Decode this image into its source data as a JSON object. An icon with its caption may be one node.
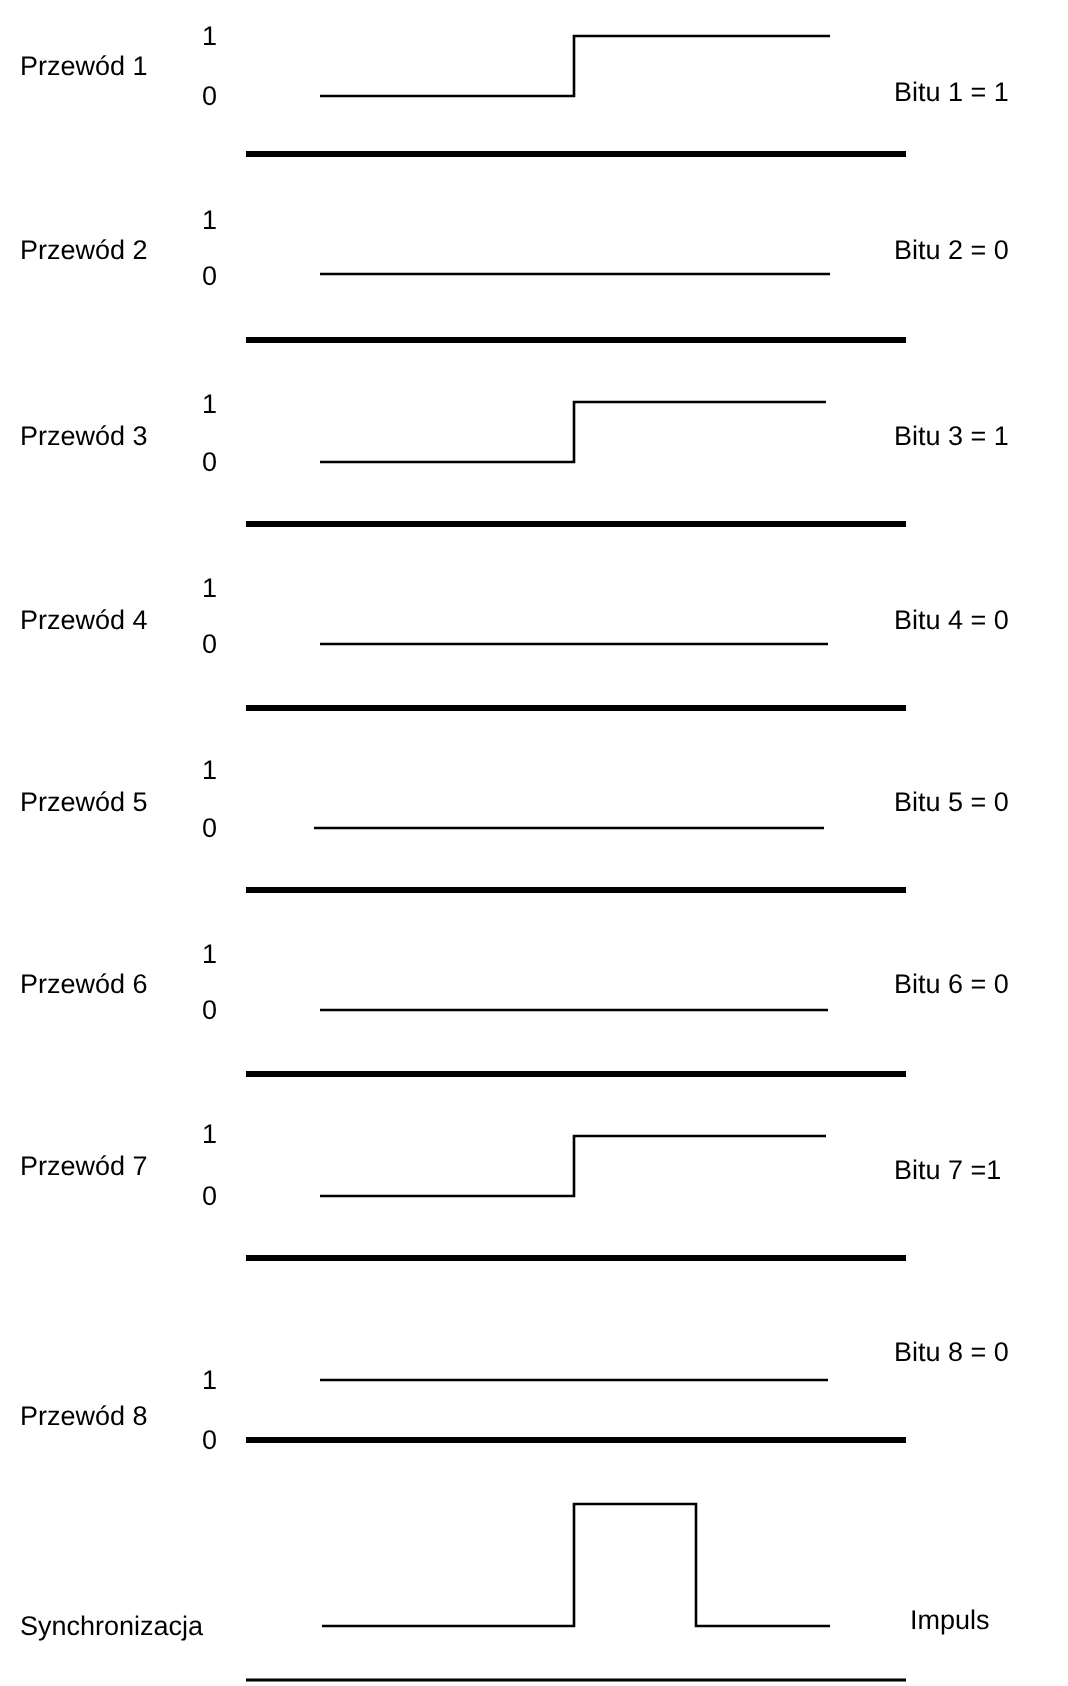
{
  "diagram": {
    "labels": [
      "Przewód 1",
      "1",
      "0",
      "Bitu 1 = 1",
      "Przewód 2",
      "1",
      "0",
      "Bitu 2 = 0",
      "Przewód 3",
      "1",
      "0",
      "Bitu 3 = 1",
      "Przewód 4",
      "1",
      "0",
      "Bitu 4 = 0",
      "Przewód 5",
      "1",
      "0",
      "Bitu 5 = 0",
      "Przewód 6",
      "1",
      "0",
      "Bitu 6 = 0",
      "Przewód 7",
      "1",
      "0",
      "Bitu 7 =1",
      "Bitu 8 = 0",
      "1",
      "Przewód 8",
      "0",
      "Synchronizacja",
      "Impuls"
    ]
  }
}
